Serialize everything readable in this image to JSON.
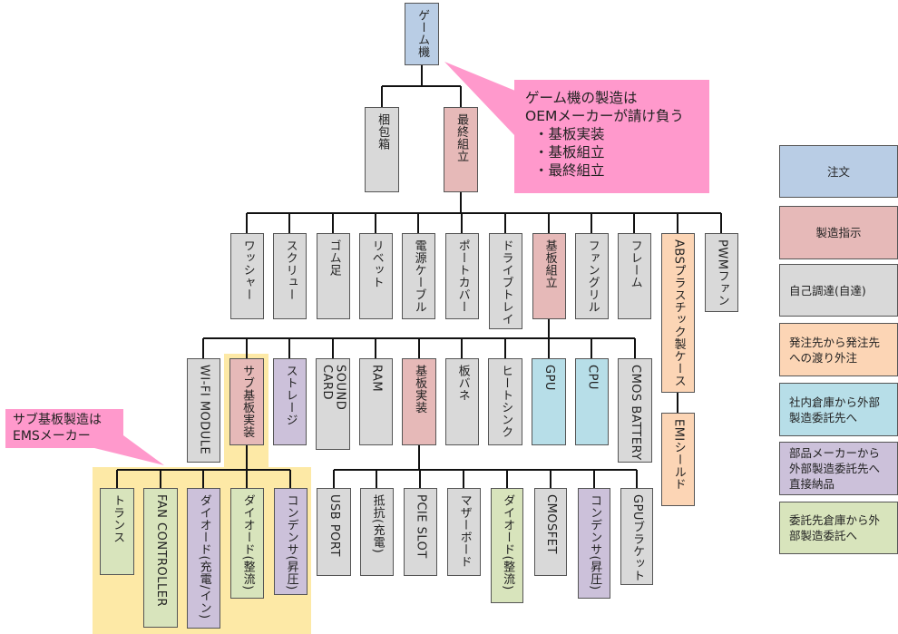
{
  "colors": {
    "order": "#b9cde5",
    "instruction": "#e6b9b8",
    "self": "#d9d9d9",
    "relay": "#fcd5b5",
    "warehouse": "#b7dee8",
    "maker": "#ccc1da",
    "contractor": "#d8e4bc",
    "callout": "#ff99cc",
    "ems_area": "#fde9a6"
  },
  "nodes": {
    "root": {
      "label": "ゲーム機",
      "category": "order"
    },
    "konpo": {
      "label": "梱包箱",
      "category": "self"
    },
    "saishu": {
      "label": "最終組立",
      "category": "instruction"
    },
    "washer": {
      "label": "ワッシャー",
      "category": "self"
    },
    "screw": {
      "label": "スクリュー",
      "category": "self"
    },
    "gomu": {
      "label": "ゴム足",
      "category": "self"
    },
    "rivet": {
      "label": "リベット",
      "category": "self"
    },
    "cable": {
      "label": "電源ケーブル",
      "category": "self"
    },
    "portcover": {
      "label": "ポートカバー",
      "category": "self"
    },
    "drivetray": {
      "label": "ドライブトレイ",
      "category": "self"
    },
    "kibankumi": {
      "label": "基板組立",
      "category": "instruction"
    },
    "fangrill": {
      "label": "ファングリル",
      "category": "self"
    },
    "frame": {
      "label": "フレーム",
      "category": "self"
    },
    "abscase": {
      "label": "ABSプラスチック製ケース",
      "category": "relay"
    },
    "pwm": {
      "label": "PWMファン",
      "category": "self"
    },
    "emi": {
      "label": "EMIシールド",
      "category": "relay"
    },
    "wifi": {
      "label": "WI-FI MODULE",
      "category": "self"
    },
    "subkiban": {
      "label": "サブ基板実装",
      "category": "instruction"
    },
    "storage": {
      "label": "ストレージ",
      "category": "maker"
    },
    "sound": {
      "label": "SOUND CARD",
      "category": "self"
    },
    "ram": {
      "label": "RAM",
      "category": "self"
    },
    "kibanjisso": {
      "label": "基板実装",
      "category": "instruction"
    },
    "itabane": {
      "label": "板バネ",
      "category": "self"
    },
    "heatsink": {
      "label": "ヒートシンク",
      "category": "self"
    },
    "gpu": {
      "label": "GPU",
      "category": "warehouse"
    },
    "cpu": {
      "label": "CPU",
      "category": "warehouse"
    },
    "cmosbat": {
      "label": "CMOS BATTERY",
      "category": "self"
    },
    "trans": {
      "label": "トランス",
      "category": "contractor"
    },
    "fanctrl": {
      "label": "FAN CONTROLLER",
      "category": "contractor"
    },
    "diode1": {
      "label": "ダイオード(充電/イン)",
      "category": "maker"
    },
    "diode2": {
      "label": "ダイオード(整流)",
      "category": "contractor"
    },
    "cond1": {
      "label": "コンデンサ(昇圧)",
      "category": "maker"
    },
    "usb": {
      "label": "USB PORT",
      "category": "self"
    },
    "teiko": {
      "label": "抵抗(充電)",
      "category": "self"
    },
    "pcie": {
      "label": "PCIE SLOT",
      "category": "self"
    },
    "mother": {
      "label": "マザーボード",
      "category": "self"
    },
    "diode3": {
      "label": "ダイオード(整流)",
      "category": "contractor"
    },
    "cmosfet": {
      "label": "CMOSFET",
      "category": "self"
    },
    "cond2": {
      "label": "コンデンサ(昇圧)",
      "category": "maker"
    },
    "gpubracket": {
      "label": "GPUブラケット",
      "category": "self"
    }
  },
  "callouts": {
    "oem": {
      "line1": "ゲーム機の製造は",
      "line2": "OEMメーカーが請け負う",
      "bullets": [
        "・基板実装",
        "・基板組立",
        "・最終組立"
      ]
    },
    "ems": {
      "line1": "サブ基板製造は",
      "line2": "EMSメーカー"
    }
  },
  "legend": [
    {
      "label": "注文",
      "category": "order"
    },
    {
      "label": "製造指示",
      "category": "instruction"
    },
    {
      "label": "自己調達(自達)",
      "category": "self"
    },
    {
      "label": "発注先から発注先への渡り外注",
      "category": "relay"
    },
    {
      "label": "社内倉庫から外部製造委託先へ",
      "category": "warehouse"
    },
    {
      "label": "部品メーカーから外部製造委託先へ直接納品",
      "category": "maker"
    },
    {
      "label": "委託先倉庫から外部製造委託へ",
      "category": "contractor"
    }
  ]
}
